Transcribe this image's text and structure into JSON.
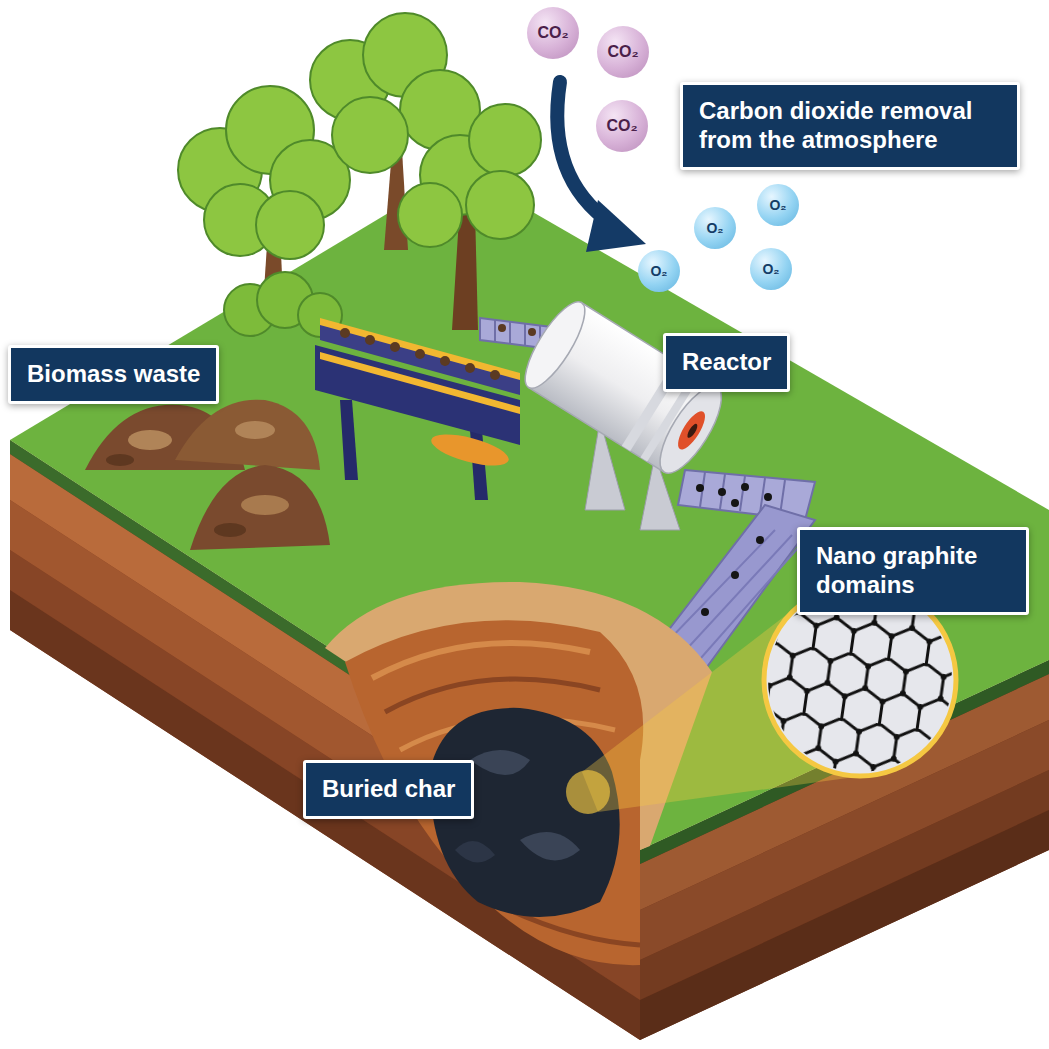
{
  "diagram": {
    "nodes": [
      {
        "text": [
          "CO₂"
        ]
      },
      {
        "text": [
          "CO₂"
        ]
      },
      {
        "text": [
          "CO₂"
        ]
      },
      {
        "text": [
          "Carbon dioxide removal from the atmosphere"
        ]
      },
      {
        "text": [
          "O₂"
        ]
      },
      {
        "text": [
          "O₂"
        ]
      },
      {
        "text": [
          "O₂"
        ]
      },
      {
        "text": [
          "O₂"
        ]
      },
      {
        "text": [
          "Biomass waste"
        ]
      },
      {
        "text": [
          "Reactor"
        ]
      },
      {
        "text": [
          "Nano graphite domains"
        ]
      },
      {
        "text": [
          "Buried char"
        ]
      }
    ]
  }
}
